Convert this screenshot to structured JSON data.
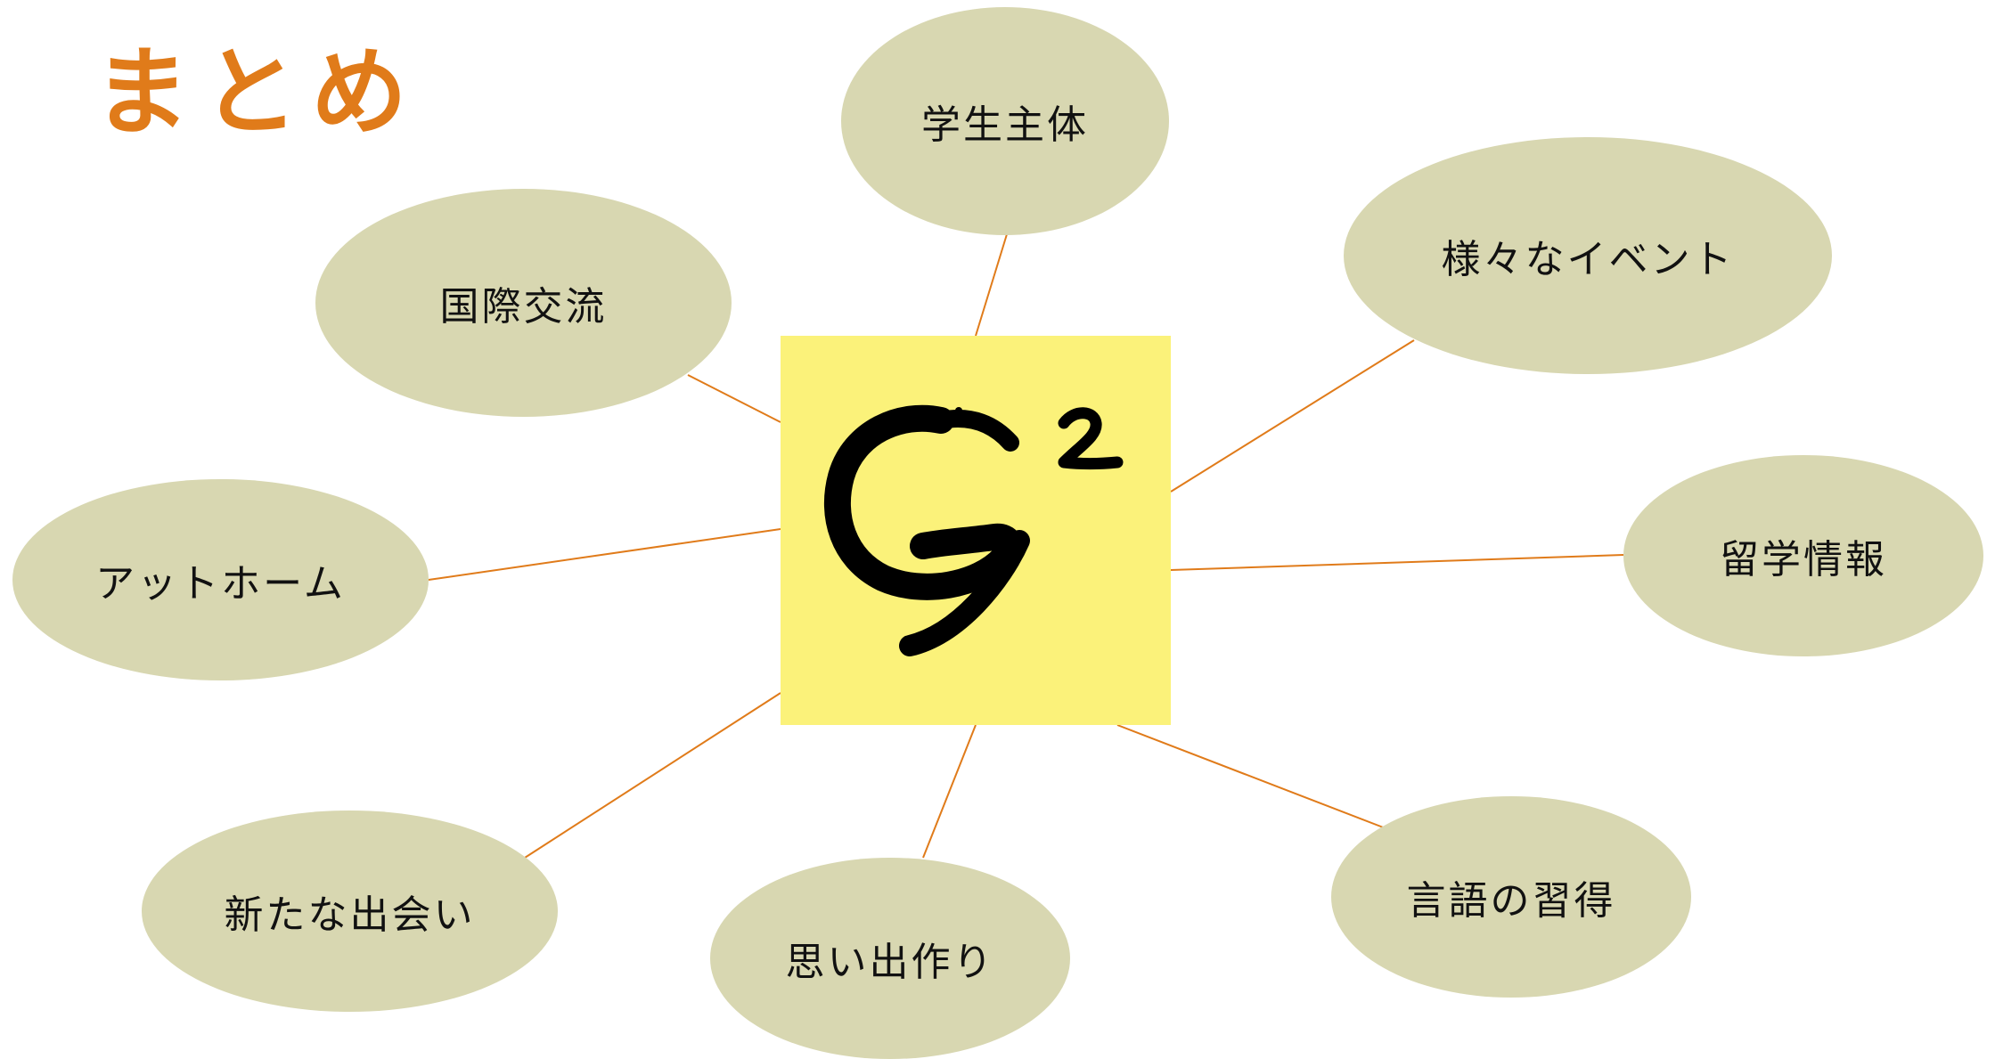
{
  "title": "まとめ",
  "center": {
    "logo": "G2 logo",
    "fill": "#FBF27A"
  },
  "bubbles": [
    {
      "label": "学生主体"
    },
    {
      "label": "様々なイベント"
    },
    {
      "label": "国際交流"
    },
    {
      "label": "留学情報"
    },
    {
      "label": "アットホーム"
    },
    {
      "label": "言語の習得"
    },
    {
      "label": "新たな出会い"
    },
    {
      "label": "思い出作り"
    }
  ],
  "colors": {
    "title": "#E07B1A",
    "bubble": "#D8D7B1",
    "connector": "#E07B1A",
    "logo": "#000000"
  }
}
